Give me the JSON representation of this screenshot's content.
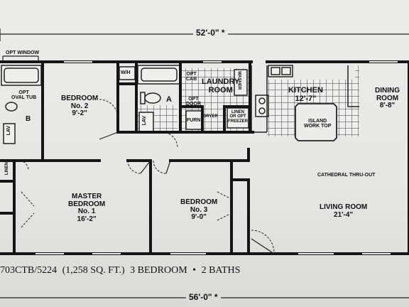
{
  "dimensions": {
    "top_width": "52'-0\"",
    "top_marker": "*",
    "bottom_width": "56'-0\"",
    "bottom_marker": "*"
  },
  "labels": {
    "opt_window": "OPT WINDOW",
    "opt_oval_tub": [
      "OPT",
      "OVAL TUB"
    ],
    "bath_b": "B",
    "bath_a": "A",
    "lav_1": "LAV",
    "lav_2": "LAV",
    "wh": "W/H",
    "opt_cab": [
      "OPT",
      "CAB"
    ],
    "opt_door": [
      "OPT",
      "DOOR"
    ],
    "furn": "FURN",
    "dryer": "DRYER",
    "washer": "WASHER",
    "linen_freezer": [
      "LINEN",
      "OR OPT",
      "FREEZER"
    ],
    "linen": "LINEN",
    "island": [
      "ISLAND",
      "WORK TOP"
    ],
    "cathedral": "CATHEDRAL THRU-OUT"
  },
  "rooms": {
    "bedroom2": {
      "name": "BEDROOM",
      "sub": "No. 2",
      "size": "9'-2\""
    },
    "laundry": {
      "name": "LAUNDRY",
      "sub": "ROOM"
    },
    "kitchen": {
      "name": "KITCHEN",
      "size": "12'-7\""
    },
    "dining": {
      "name": "DINING",
      "sub": "ROOM",
      "size": "8'-8\""
    },
    "master": {
      "name": "MASTER",
      "sub": "BEDROOM",
      "sub2": "No. 1",
      "size": "16'-2\""
    },
    "bedroom3": {
      "name": "BEDROOM",
      "sub": "No. 3",
      "size": "9'-0\""
    },
    "living": {
      "name": "LIVING ROOM",
      "size": "21'-4\""
    }
  },
  "caption": {
    "model": "703CTB/5224",
    "area": "(1,258 SQ. FT.)",
    "bedrooms": "3 BEDROOM",
    "bullet": "•",
    "baths": "2 BATHS"
  },
  "colors": {
    "wall": "#151515",
    "tile": "#444444",
    "background": "#e8e8e6"
  }
}
